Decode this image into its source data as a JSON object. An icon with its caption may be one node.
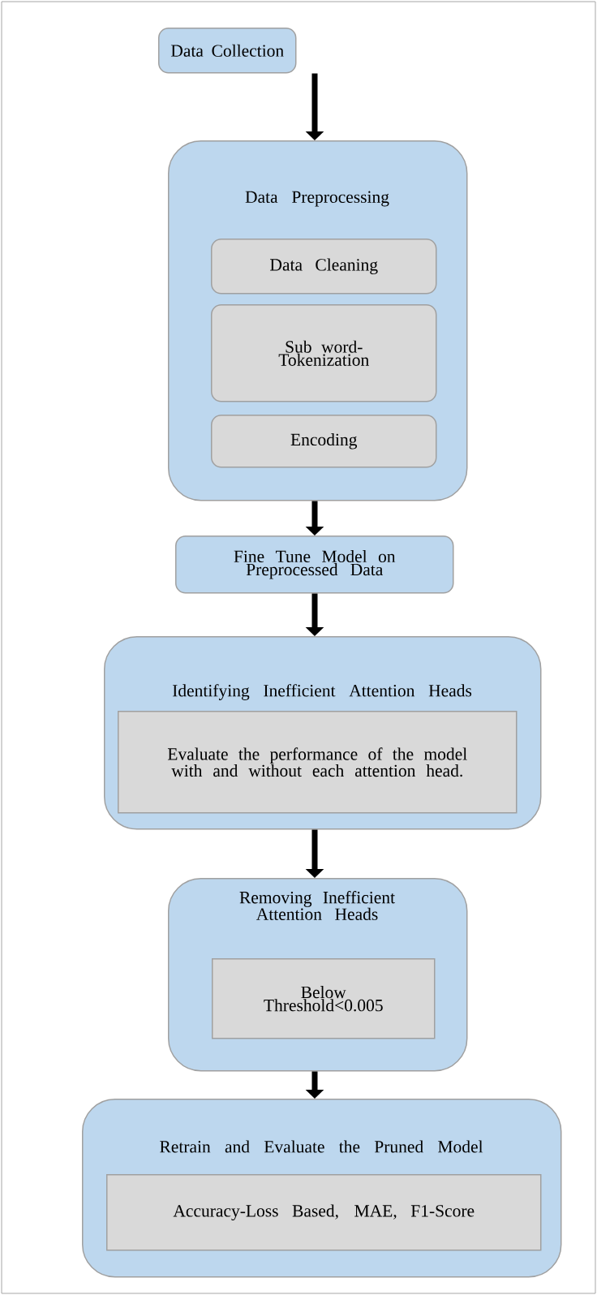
{
  "diagram": {
    "nodes": [
      {
        "text": [
          "Data Collection"
        ]
      },
      {
        "text": [
          "Data Preprocessing"
        ]
      },
      {
        "text": [
          "Data Cleaning"
        ],
        "in": 1
      },
      {
        "text": [
          "Sub word- Tokenization"
        ],
        "in": 1
      },
      {
        "text": [
          "Encoding"
        ],
        "in": 1
      },
      {
        "text": [
          "Fine Tune Model on Preprocessed Data"
        ]
      },
      {
        "text": [
          "Identifying Inefficient Attention Heads"
        ]
      },
      {
        "text": [
          "Evaluate the performance of the model with and without each attention head."
        ],
        "in": 6
      },
      {
        "text": [
          "Removing Inefficient Attention Heads"
        ]
      },
      {
        "text": [
          "Below Threshold<0.005"
        ],
        "in": 8
      },
      {
        "text": [
          "Retrain and Evaluate the Pruned Model"
        ]
      },
      {
        "text": [
          "Accuracy-Loss Based, MAE, F1-Score"
        ],
        "in": 10
      }
    ],
    "edges": [
      {
        "from": 0,
        "to": 1,
        "arrow": "to"
      },
      {
        "from": 1,
        "to": 5,
        "arrow": "to"
      },
      {
        "from": 5,
        "to": 6,
        "arrow": "to"
      },
      {
        "from": 6,
        "to": 8,
        "arrow": "to"
      },
      {
        "from": 8,
        "to": 10,
        "arrow": "to"
      }
    ]
  }
}
